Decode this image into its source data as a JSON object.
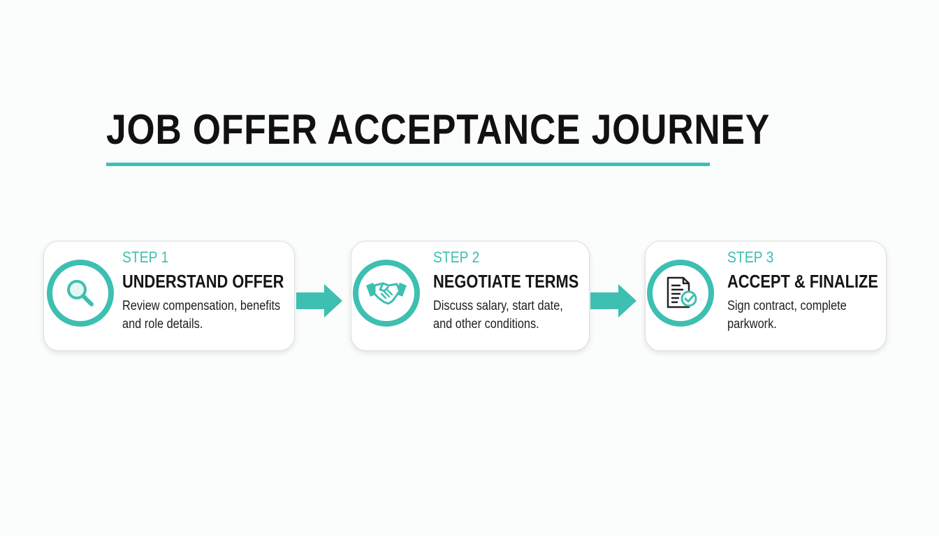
{
  "title": "JOB OFFER ACCEPTANCE JOURNEY",
  "accent_color": "#3dbfb1",
  "steps": [
    {
      "label": "STEP 1",
      "title": "UNDERSTAND OFFER",
      "desc_line1": "Review compensation, benefits",
      "desc_line2": "and role details.",
      "icon": "magnifier-icon"
    },
    {
      "label": "STEP 2",
      "title": "NEGOTIATE TERMS",
      "desc_line1": "Discuss salary, start date,",
      "desc_line2": "and other conditions.",
      "icon": "handshake-icon"
    },
    {
      "label": "STEP 3",
      "title": "ACCEPT & FINALIZE",
      "desc_line1": "Sign contract, complete",
      "desc_line2": "parkwork.",
      "icon": "signed-document-icon"
    }
  ]
}
